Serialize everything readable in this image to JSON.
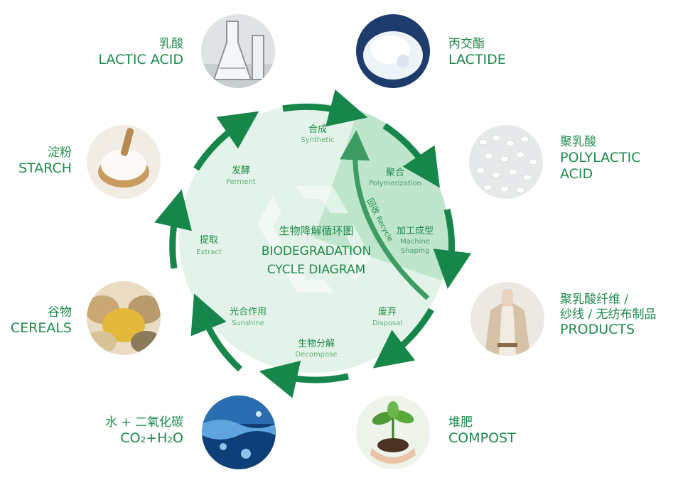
{
  "colors": {
    "green": "#1d8a4b",
    "arrow": "#17864a",
    "circle_fill": "#e4f3e9",
    "sector_fill": "#bfe5cc",
    "text_light": "#5fae7f"
  },
  "center": {
    "cn": "生物降解循环图",
    "en_line1": "BIODEGRADATION",
    "en_line2": "CYCLE DIAGRAM"
  },
  "stages": [
    {
      "cn": "合成",
      "en": "Synthetic"
    },
    {
      "cn": "聚合",
      "en": "Polymerization"
    },
    {
      "cn": "加工成型",
      "en": "Machine",
      "en2": "Shaping"
    },
    {
      "cn": "废弃",
      "en": "Disposal"
    },
    {
      "cn": "生物分解",
      "en": "Decompose"
    },
    {
      "cn": "光合作用",
      "en": "Sunshine"
    },
    {
      "cn": "提取",
      "en": "Extract"
    },
    {
      "cn": "发酵",
      "en": "Ferment"
    }
  ],
  "recycle": {
    "cn": "回收",
    "en": "Recycle"
  },
  "items": [
    {
      "cn": "乳酸",
      "en": "LACTIC ACID",
      "icon": "flask-photo"
    },
    {
      "cn": "丙交酯",
      "en": "LACTIDE",
      "icon": "powder-photo"
    },
    {
      "cn": "聚乳酸",
      "en1": "POLYLACTIC",
      "en2": "ACID",
      "icon": "pellets-photo"
    },
    {
      "cn1": "聚乳酸纤维 /",
      "cn2": "纱线 / 无纺布制品",
      "en": "PRODUCTS",
      "icon": "sweater-photo"
    },
    {
      "cn": "堆肥",
      "en": "COMPOST",
      "icon": "seedling-photo"
    },
    {
      "cn": "水 + 二氧化碳",
      "en": "CO₂+H₂O",
      "icon": "water-photo"
    },
    {
      "cn": "谷物",
      "en": "CEREALS",
      "icon": "grain-photo"
    },
    {
      "cn": "淀粉",
      "en": "STARCH",
      "icon": "starch-photo"
    }
  ]
}
